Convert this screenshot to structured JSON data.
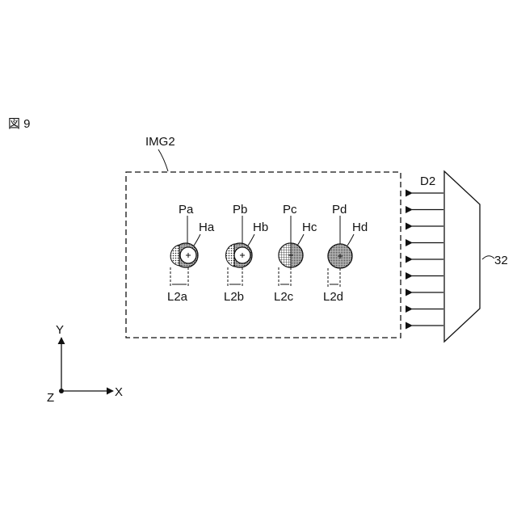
{
  "figure": {
    "label": "図 9",
    "image_label": "IMG2",
    "direction_label": "D2",
    "component_ref": "32",
    "axes": {
      "y": "Y",
      "x": "X",
      "z": "Z"
    }
  },
  "pins": [
    {
      "pin": "Pa",
      "hole": "Ha",
      "dim": "L2a"
    },
    {
      "pin": "Pb",
      "hole": "Hb",
      "dim": "L2b"
    },
    {
      "pin": "Pc",
      "hole": "Hc",
      "dim": "L2c"
    },
    {
      "pin": "Pd",
      "hole": "Hd",
      "dim": "L2d"
    }
  ],
  "arrow_count": 9,
  "colors": {
    "ink": "#111111",
    "background": "#ffffff"
  }
}
